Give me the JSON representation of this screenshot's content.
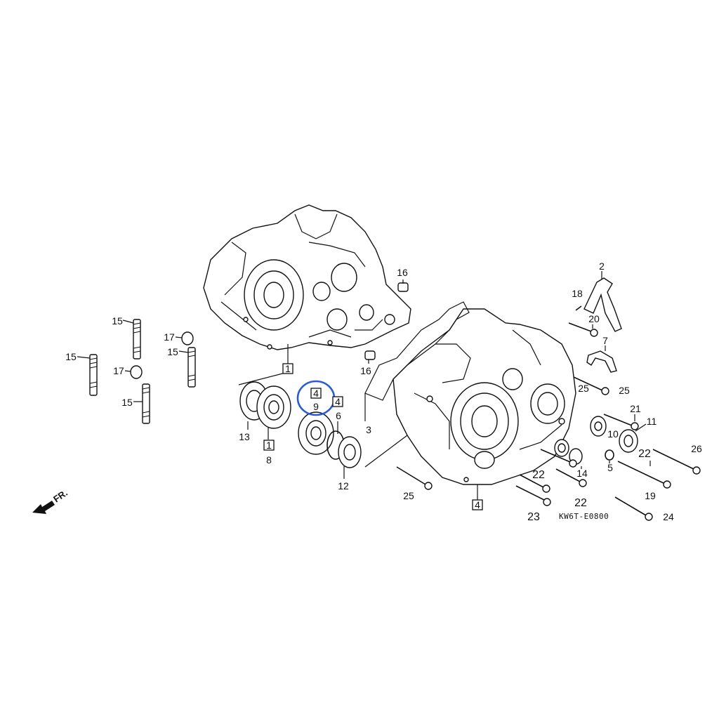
{
  "diagram": {
    "code": "KW6T-E0800",
    "direction_label": "FR.",
    "highlight_color": "#2a5bd7",
    "boxed_refs": [
      "1",
      "1",
      "4",
      "4",
      "4"
    ],
    "labels": [
      "2",
      "3",
      "5",
      "6",
      "7",
      "8",
      "9",
      "10",
      "11",
      "12",
      "13",
      "14",
      "15",
      "15",
      "15",
      "15",
      "16",
      "16",
      "17",
      "17",
      "18",
      "19",
      "20",
      "21",
      "22",
      "22",
      "22",
      "23",
      "24",
      "25",
      "25",
      "25",
      "26"
    ]
  }
}
